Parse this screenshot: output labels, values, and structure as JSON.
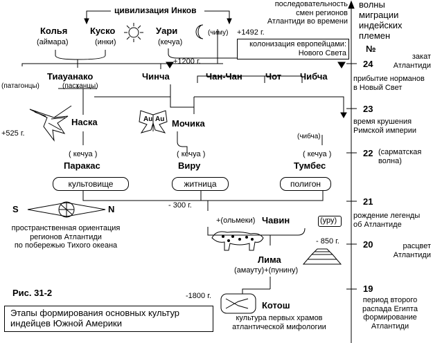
{
  "inca_civilization": "цивилизация Инков",
  "top_nodes": {
    "kolya": "Колья",
    "kolya_people": "(аймара)",
    "kusko": "Куско",
    "kusko_people": "(инки)",
    "uari": "Уари",
    "uari_people": "(кечуа)",
    "chimu": "(чиму)",
    "date_1492": "+1492 г."
  },
  "middle_nodes": {
    "tiauanako": "Тиауанако",
    "chincha": "Чинча",
    "chan_chan": "Чан-Чан",
    "chot": "Чот",
    "chibcha": "Чибча",
    "patagontsy": "(патагонцы)",
    "paskhantsy": "(пасханцы)",
    "date_1200": "+1200 г."
  },
  "nazca": {
    "name": "Наска",
    "date": "+525 г."
  },
  "mochica": {
    "name": "Мочика",
    "au1": "Au",
    "au2": "Au"
  },
  "chibcha_people": "(чибча)",
  "lower_nodes": {
    "paracas_people": "( кечуа )",
    "paracas": "Паракас",
    "viru_people": "( кечуа )",
    "viru": "Виру",
    "tumbes_people": "( кечуа )",
    "tumbes": "Тумбес",
    "cult_site": "культовище",
    "granary": "житница",
    "polygon": "полигон",
    "date_300": "- 300 г."
  },
  "chavin": {
    "olmecs": "+(ольмеки)",
    "name": "Чавин",
    "uru": "(уру)"
  },
  "lima": {
    "name": "Лима",
    "people": "(амауту)+(пунину)",
    "date": "- 850 г."
  },
  "kotosh": {
    "date": "-1800 г.",
    "name": "Котош",
    "caption": "культура первых храмов\nатлантической мифологии"
  },
  "compass": {
    "south": "S",
    "north": "N",
    "caption": "пространственная ориентация\nрегионов Атлантиди\nпо побережью Тихого океана"
  },
  "figure_label": "Рис. 31-2",
  "figure_caption": "Этапы формирования основных культур\nиндейцев Южной Америки",
  "right_panel": {
    "sequence_title": "последовательность\nсмен регионов\nАтлантиди во времени",
    "waves_title": "волны\nмиграции\nиндейских\nплемен",
    "colonization": "колонизация европейцами:\nНового Света",
    "number_sign": "№",
    "waves": [
      {
        "num": "24",
        "note": "закат\nАтлантиди"
      },
      {
        "num": "",
        "note": "прибытие норманов\nв Новый Свет"
      },
      {
        "num": "23",
        "note": "время крушения\nРимской империи"
      },
      {
        "num": "22",
        "note": "(сарматская\nволна)"
      },
      {
        "num": "21",
        "note": "рождение легенды\nоб Атлантиде"
      },
      {
        "num": "20",
        "note": "расцвет\nАтлантиди"
      },
      {
        "num": "19",
        "note": "период второго\nраспада Египта\nформирование\nАтлантиди"
      }
    ]
  }
}
